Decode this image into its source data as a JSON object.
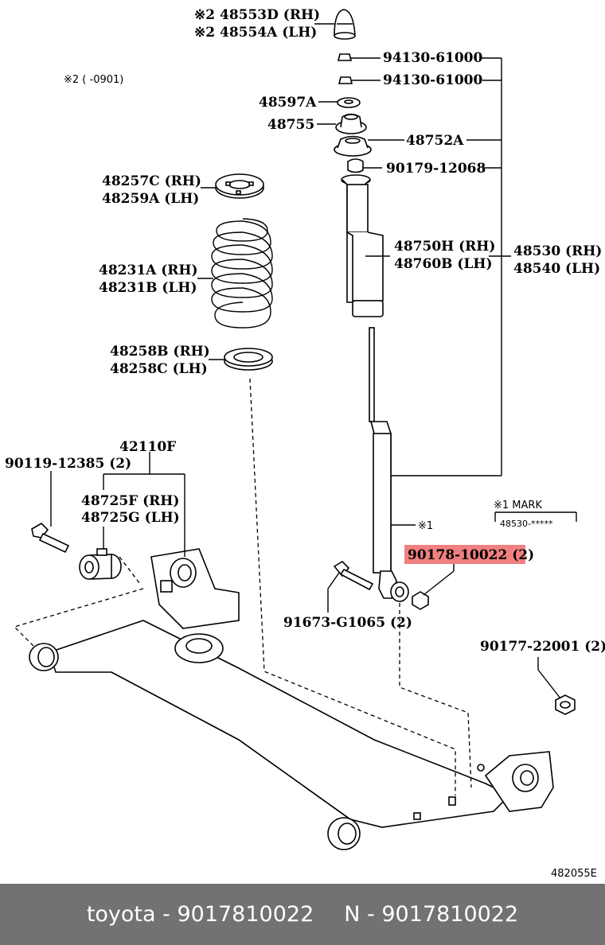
{
  "labels": {
    "p48553d": "※2 48553D (RH)",
    "p48554a": "※2 48554A (LH)",
    "note2": "※2 (      -0901)",
    "p94130a": "94130-61000",
    "p94130b": "94130-61000",
    "p48597a": "48597A",
    "p48755": "48755",
    "p48752a": "48752A",
    "p90179": "90179-12068",
    "p48257c": "48257C (RH)",
    "p48259a": "48259A (LH)",
    "p48750h": "48750H (RH)",
    "p48760b": "48760B (LH)",
    "p48530": "48530 (RH)",
    "p48540": "48540 (LH)",
    "p48231a": "48231A (RH)",
    "p48231b": "48231B (LH)",
    "p48258b": "48258B (RH)",
    "p48258c": "48258C (LH)",
    "p42110f": "42110F",
    "p90119": "90119-12385 (2)",
    "p48725f": "48725F (RH)",
    "p48725g": "48725G (LH)",
    "mark_title": "※1  MARK",
    "mark_value": "48530-*****",
    "star1": "※1",
    "p90178": "90178-10022 (2)",
    "p91673": "91673-G1065 (2)",
    "p90177": "90177-22001 (2)",
    "ref": "482055E"
  },
  "highlight_color": "#f08080",
  "footer": {
    "left": "toyota - 9017810022",
    "right": "N - 9017810022"
  }
}
